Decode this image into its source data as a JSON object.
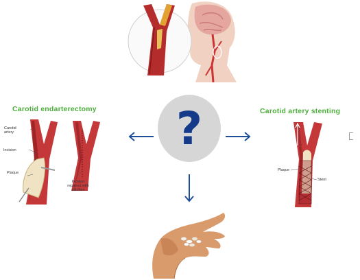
{
  "colors": {
    "title_green": "#4caf3a",
    "arrow_blue": "#1f4e99",
    "question_blue": "#153a8a",
    "circle_gray": "#d6d6d6",
    "artery_red": "#c4383a",
    "plaque_cream": "#efe3c4"
  },
  "left": {
    "title": "Carotid endarterectomy",
    "labels": {
      "carotid_artery": "Carotid artery",
      "incision": "Incision",
      "plaque": "Plaque",
      "incision_repaired": "Incision repaired with stitches"
    }
  },
  "right": {
    "title": "Carotid artery stenting",
    "labels": {
      "plaque": "Plaque",
      "stent": "Stent"
    }
  },
  "center": {
    "symbol": "?"
  },
  "arrows": [
    "left",
    "right",
    "down"
  ],
  "icons": [
    "artery-plaque-illustration",
    "head-neck-arteries-illustration",
    "pills-in-hand-illustration"
  ]
}
